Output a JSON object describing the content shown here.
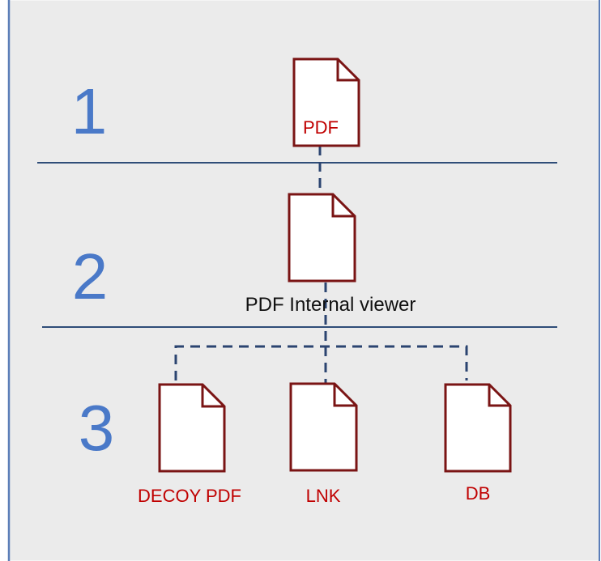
{
  "colors": {
    "background": "#ebebeb",
    "frame_border": "#5b7db8",
    "level_number": "#4a79c8",
    "divider": "#2f4d78",
    "connector": "#2b4470",
    "doc_stroke": "#7a1414",
    "doc_fill": "#ffffff",
    "red_label": "#c00000",
    "black_label": "#111111"
  },
  "levels": {
    "one": "1",
    "two": "2",
    "three": "3"
  },
  "documents": {
    "pdf": {
      "label": "PDF",
      "icon": "document-icon"
    },
    "internal_viewer": {
      "label": "PDF Internal viewer",
      "icon": "document-icon"
    },
    "decoy_pdf": {
      "label": "DECOY PDF",
      "icon": "document-icon"
    },
    "lnk": {
      "label": "LNK",
      "icon": "document-icon"
    },
    "db": {
      "label": "DB",
      "icon": "document-icon"
    }
  }
}
